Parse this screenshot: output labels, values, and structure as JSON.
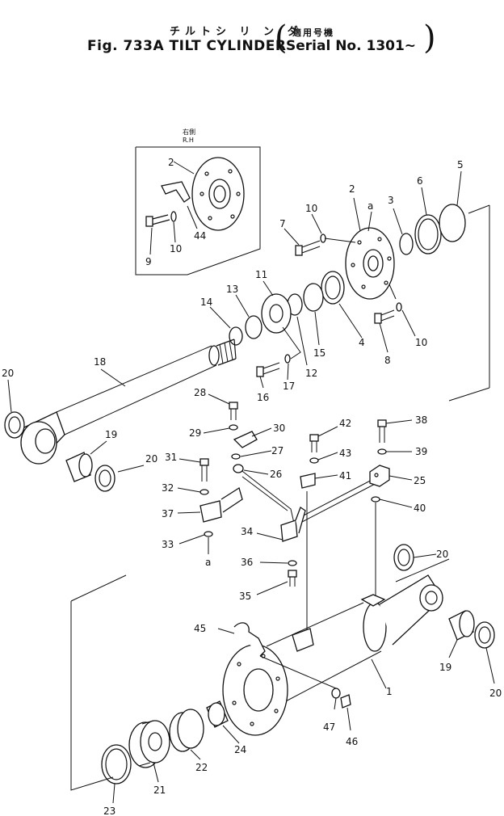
{
  "header": {
    "title_ja": "チルトシ リ ン ダ",
    "serial_ja": "適用号機",
    "title_en": "Fig. 733A TILT CYLINDER",
    "serial_en": "Serial No. 1301~"
  },
  "inset": {
    "label_ja": "右側",
    "label_en": "R.H"
  },
  "callouts": {
    "c1": "1",
    "c2": "2",
    "c3": "3",
    "c4": "4",
    "c5": "5",
    "c6": "6",
    "c7": "7",
    "c8": "8",
    "c9": "9",
    "c10": "10",
    "c11": "11",
    "c12": "12",
    "c13": "13",
    "c14": "14",
    "c15": "15",
    "c16": "16",
    "c17": "17",
    "c18": "18",
    "c19": "19",
    "c20": "20",
    "c21": "21",
    "c22": "22",
    "c23": "23",
    "c24": "24",
    "c25": "25",
    "c26": "26",
    "c27": "27",
    "c28": "28",
    "c29": "29",
    "c30": "30",
    "c31": "31",
    "c32": "32",
    "c33": "33",
    "c34": "34",
    "c35": "35",
    "c36": "36",
    "c37": "37",
    "c38": "38",
    "c39": "39",
    "c40": "40",
    "c41": "41",
    "c42": "42",
    "c43": "43",
    "c44": "44",
    "c45": "45",
    "c46": "46",
    "c47": "47",
    "ref_a": "a"
  }
}
